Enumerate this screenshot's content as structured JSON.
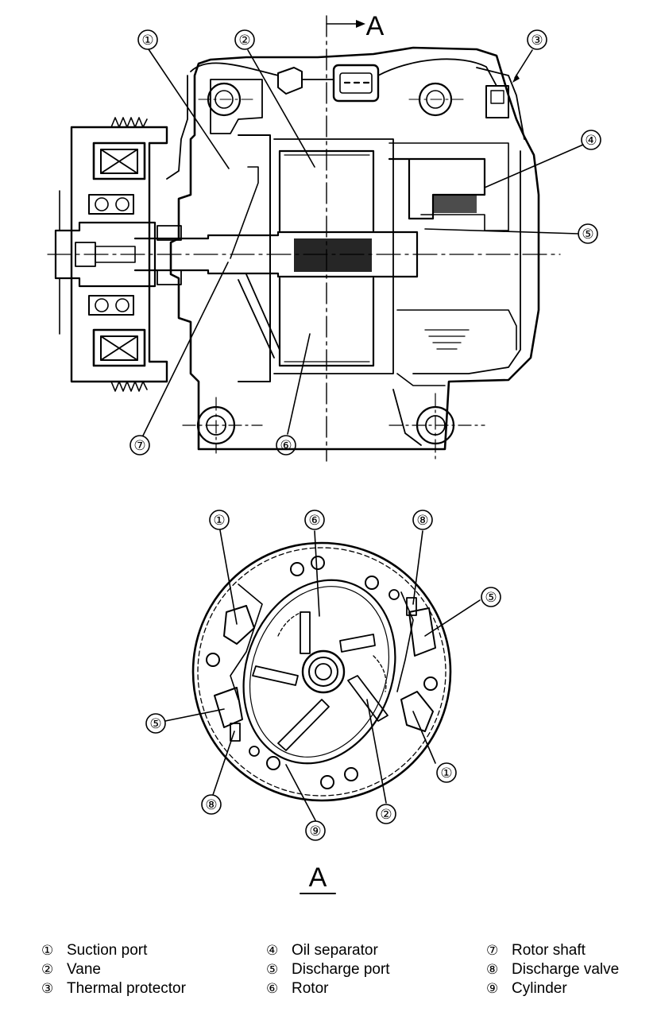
{
  "section_label": "A",
  "callouts": {
    "n1": "①",
    "n2": "②",
    "n3": "③",
    "n4": "④",
    "n5": "⑤",
    "n6": "⑥",
    "n7": "⑦",
    "n8": "⑧",
    "n9": "⑨"
  },
  "legend": [
    {
      "num": "①",
      "text": "Suction port"
    },
    {
      "num": "②",
      "text": "Vane"
    },
    {
      "num": "③",
      "text": "Thermal protector"
    },
    {
      "num": "④",
      "text": "Oil separator"
    },
    {
      "num": "⑤",
      "text": "Discharge port"
    },
    {
      "num": "⑥",
      "text": "Rotor"
    },
    {
      "num": "⑦",
      "text": "Rotor shaft"
    },
    {
      "num": "⑧",
      "text": "Discharge valve"
    },
    {
      "num": "⑨",
      "text": "Cylinder"
    }
  ]
}
